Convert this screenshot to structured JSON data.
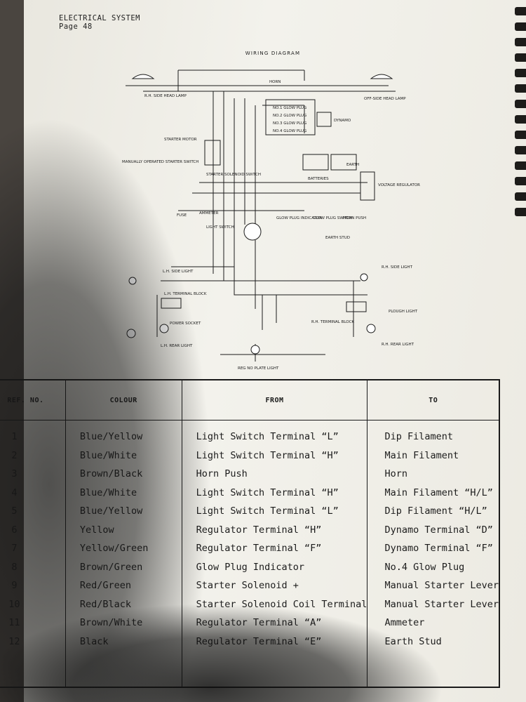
{
  "header": {
    "line1": "ELECTRICAL SYSTEM",
    "line2": "Page 48"
  },
  "diagram": {
    "title": "WIRING DIAGRAM",
    "labels": {
      "rh_head": "R.H. SIDE HEAD LAMP",
      "lh_head": "OFF-SIDE HEAD LAMP",
      "horn": "HORN",
      "glow1": "NO.1 GLOW PLUG",
      "glow2": "NO.2 GLOW PLUG",
      "glow3": "NO.3 GLOW PLUG",
      "glow4": "NO.4 GLOW PLUG",
      "dynamo": "DYNAMO",
      "starter_motor": "STARTER MOTOR",
      "manual_starter": "MANUALLY OPERATED STARTER SWITCH",
      "solenoid": "STARTER SOLENOID SWITCH",
      "batteries": "BATTERIES",
      "earth": "EARTH",
      "regulator": "VOLTAGE REGULATOR",
      "fuse": "FUSE",
      "ammeter": "AMMETER",
      "glow_indicator": "GLOW PLUG INDICATOR",
      "glow_switch": "GLOW PLUG SWITCH",
      "horn_push": "HORN PUSH",
      "earth_stud": "EARTH STUD",
      "light_switch": "LIGHT SWITCH",
      "lh_side": "L.H. SIDE LIGHT",
      "lh_term": "L.H. TERMINAL BLOCK",
      "power_socket": "POWER SOCKET",
      "lh_rear": "L.H. REAR LIGHT",
      "rh_side": "R.H. SIDE LIGHT",
      "plough": "PLOUGH LIGHT",
      "rh_term": "R.H. TERMINAL BLOCK",
      "rh_rear": "R.H. REAR LIGHT",
      "reg_plate": "REG NO PLATE LIGHT"
    }
  },
  "table": {
    "headers": {
      "ref": "REF. NO.",
      "colour": "COLOUR",
      "from": "FROM",
      "to": "TO"
    },
    "rows": [
      {
        "ref": "1",
        "colour": "Blue/Yellow",
        "from": "Light Switch Terminal “L”",
        "to": "Dip Filament"
      },
      {
        "ref": "2",
        "colour": "Blue/White",
        "from": "Light Switch Terminal “H”",
        "to": "Main Filament"
      },
      {
        "ref": "3",
        "colour": "Brown/Black",
        "from": "Horn Push",
        "to": "Horn"
      },
      {
        "ref": "4",
        "colour": "Blue/White",
        "from": "Light Switch Terminal “H”",
        "to": "Main Filament “H/L”"
      },
      {
        "ref": "5",
        "colour": "Blue/Yellow",
        "from": "Light Switch Terminal “L”",
        "to": "Dip Filament “H/L”"
      },
      {
        "ref": "6",
        "colour": "Yellow",
        "from": "Regulator Terminal “H”",
        "to": "Dynamo Terminal “D”"
      },
      {
        "ref": "7",
        "colour": "Yellow/Green",
        "from": "Regulator Terminal “F”",
        "to": "Dynamo Terminal “F”"
      },
      {
        "ref": "8",
        "colour": "Brown/Green",
        "from": "Glow Plug Indicator",
        "to": "No.4 Glow Plug"
      },
      {
        "ref": "9",
        "colour": "Red/Green",
        "from": "Starter Solenoid +",
        "to": "Manual Starter Lever"
      },
      {
        "ref": "10",
        "colour": "Red/Black",
        "from": "Starter Solenoid Coil Terminal",
        "to": "Manual Starter Lever"
      },
      {
        "ref": "11",
        "colour": "Brown/White",
        "from": "Regulator Terminal “A”",
        "to": "Ammeter"
      },
      {
        "ref": "12",
        "colour": "Black",
        "from": "Regulator Terminal “E”",
        "to": "Earth Stud"
      }
    ]
  }
}
